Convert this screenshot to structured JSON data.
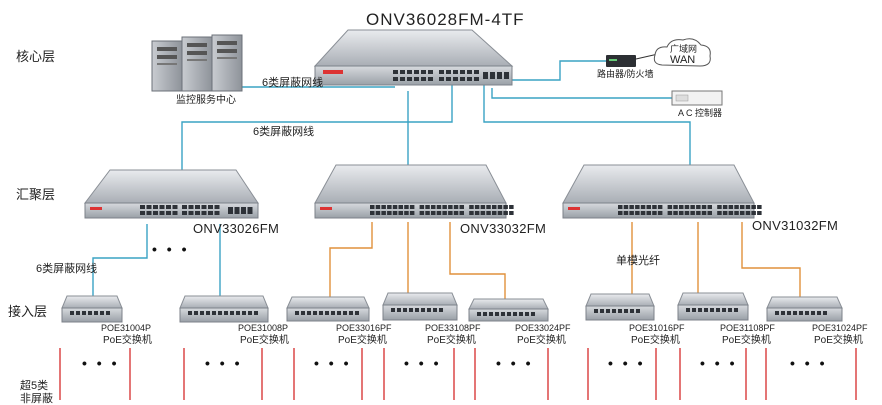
{
  "layers": {
    "core": "核心层",
    "aggregation": "汇聚层",
    "access": "接入层",
    "bottom": "超5类\n非屏蔽"
  },
  "core_switch": {
    "model": "ONV36028FM-4TF"
  },
  "core_links": {
    "server": "监控服务中心",
    "server_cable": "6类屏蔽网线",
    "router": "路由器/防火墙",
    "wan_line1": "广域网",
    "wan_line2": "WAN",
    "ac": "A C 控制器",
    "trunk_cable": "6类屏蔽网线"
  },
  "aggregation_switches": [
    {
      "model": "ONV33026FM"
    },
    {
      "model": "ONV33032FM"
    },
    {
      "model": "ONV31032FM"
    }
  ],
  "aggregation_cables": {
    "left": "6类屏蔽网线",
    "right": "单模光纤"
  },
  "access_switches": [
    {
      "model": "POE31004P",
      "type": "PoE交换机"
    },
    {
      "model": "POE31008P",
      "type": "PoE交换机"
    },
    {
      "model": "POE33016PF",
      "type": "PoE交换机"
    },
    {
      "model": "POE33108PF",
      "type": "PoE交换机"
    },
    {
      "model": "POE33024PF",
      "type": "PoE交换机"
    },
    {
      "model": "POE31016PF",
      "type": "PoE交换机"
    },
    {
      "model": "POE31108PF",
      "type": "PoE交换机"
    },
    {
      "model": "POE31024PF",
      "type": "PoE交换机"
    }
  ],
  "colors": {
    "cat6_blue": "#3aa3c4",
    "fiber_orange": "#e0913c",
    "cat5_red": "#d83a3a",
    "device_body": "#b9bdc3",
    "device_dark": "#3d4147"
  }
}
